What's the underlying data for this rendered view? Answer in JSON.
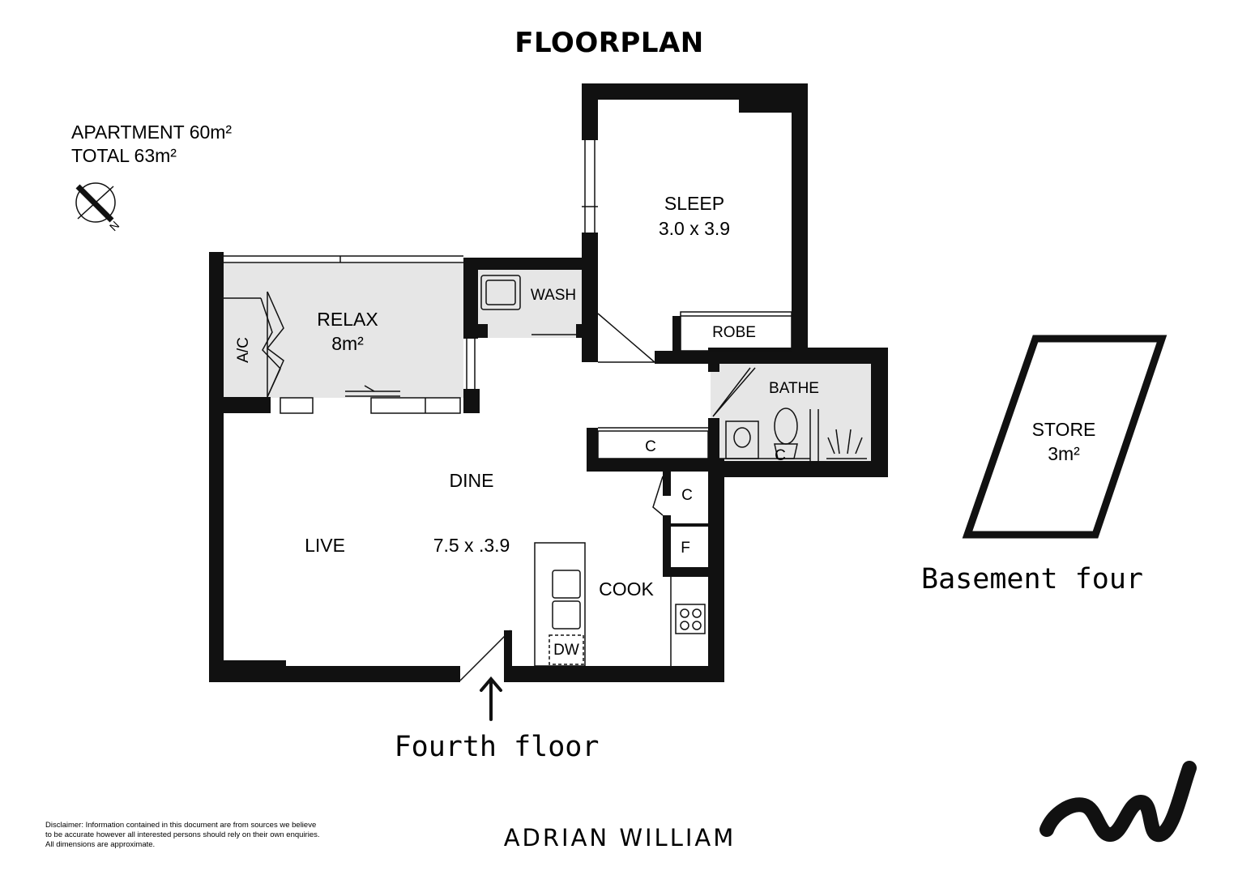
{
  "title": "FLOORPLAN",
  "areas": {
    "apartment": "APARTMENT 60m²",
    "total": "TOTAL 63m²"
  },
  "compass_letter": "N",
  "rooms": {
    "sleep_name": "SLEEP",
    "sleep_dim": "3.0 x 3.9",
    "relax_name": "RELAX",
    "relax_area": "8m²",
    "wash": "WASH",
    "ac": "A/C",
    "robe": "ROBE",
    "bathe": "BATHE",
    "dine": "DINE",
    "live": "LIVE",
    "live_dim": "7.5 x .3.9",
    "cook": "COOK",
    "cupboard": "C",
    "fridge": "F",
    "dishwasher": "DW",
    "store_name": "STORE",
    "store_area": "3m²"
  },
  "levels": {
    "fourth": "Fourth floor",
    "basement": "Basement four"
  },
  "brand": "ADRIAN WILLIAM",
  "disclaimer": [
    "Disclaimer: Information contained in this document are from sources we believe",
    "to be accurate however all interested persons should rely on their own enquiries.",
    "All dimensions are approximate."
  ],
  "colors": {
    "wall": "#111111",
    "wet_area": "#e6e6e6",
    "background": "#ffffff"
  }
}
